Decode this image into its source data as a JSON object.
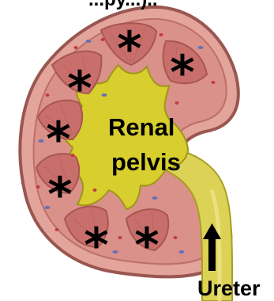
{
  "title_fragment": "...py...)..",
  "labels": {
    "pelvis_line1": "Renal",
    "pelvis_line2": "pelvis",
    "ureter": "Ureter"
  },
  "asterisk": "*",
  "colors": {
    "capsule": "#e0a29a",
    "cortex_edge": "#a8605a",
    "pyramid": "#c86f6c",
    "pyramid_stripe": "#b55a5a",
    "pelvis": "#d8cf2e",
    "pelvis_shadow": "#b7ad1e",
    "ureter_tube": "#dcd356",
    "vessel_red": "#c43a3a",
    "vessel_blue": "#6670b4"
  }
}
